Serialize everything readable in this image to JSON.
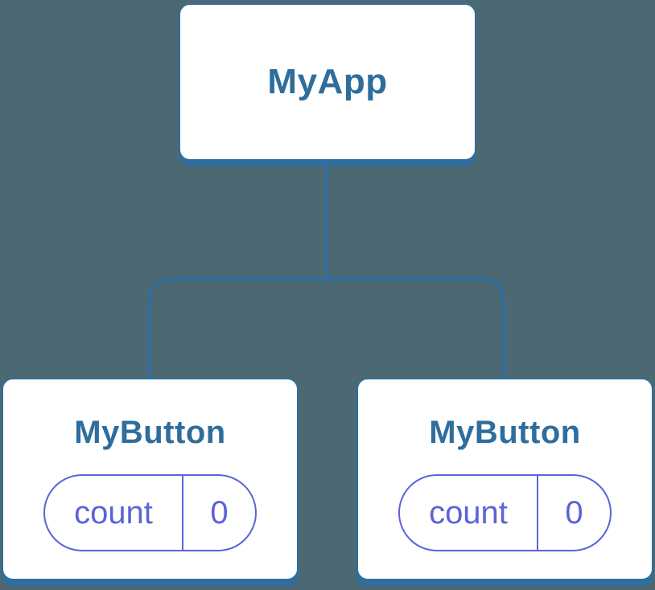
{
  "diagram": {
    "type": "component-tree",
    "root": {
      "label": "MyApp"
    },
    "children": [
      {
        "label": "MyButton",
        "state": {
          "key": "count",
          "value": "0"
        }
      },
      {
        "label": "MyButton",
        "state": {
          "key": "count",
          "value": "0"
        }
      }
    ]
  },
  "colors": {
    "background": "#4C6872",
    "node_background": "#FFFFFF",
    "node_border_blue": "#2F6F9F",
    "node_text_blue": "#2E6D9C",
    "state_purple": "#5B63D8"
  }
}
